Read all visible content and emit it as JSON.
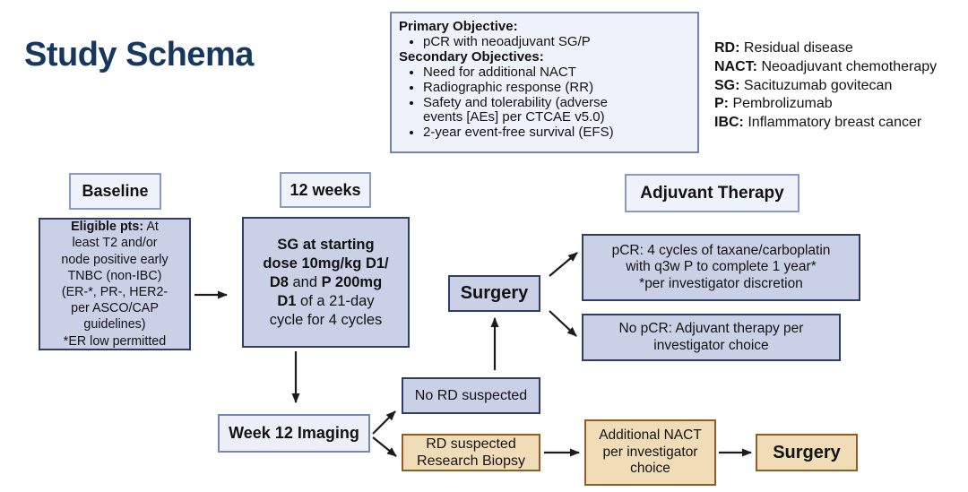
{
  "title": "Study Schema",
  "objectives_box": {
    "primary_heading": "Primary Objective:",
    "primary_items": [
      "pCR with neoadjuvant SG/P"
    ],
    "secondary_heading": "Secondary Objectives:",
    "secondary_items": [
      "Need for additional NACT",
      "Radiographic response (RR)",
      "Safety and tolerability (adverse\nevents [AEs] per CTCAE v5.0)",
      "2-year event-free survival (EFS)"
    ]
  },
  "abbreviations": [
    {
      "key": "RD:",
      "value": "Residual disease"
    },
    {
      "key": "NACT:",
      "value": "Neoadjuvant chemotherapy"
    },
    {
      "key": "SG:",
      "value": "Sacituzumab govitecan"
    },
    {
      "key": "P:",
      "value": "Pembrolizumab"
    },
    {
      "key": "IBC:",
      "value": "Inflammatory breast cancer"
    }
  ],
  "flow": {
    "baseline_header": "Baseline",
    "twelve_weeks_header": "12 weeks",
    "adjuvant_header": "Adjuvant Therapy",
    "eligible": {
      "lead": "Eligible pts:",
      "rest": " At\nleast T2 and/or\nnode positive early\nTNBC (non-IBC)\n(ER-*, PR-, HER2-\nper ASCO/CAP\nguidelines)\n*ER low permitted"
    },
    "sg_treatment_segments": [
      {
        "text": "SG at starting\ndose 10mg/kg D1/\nD8",
        "bold": true
      },
      {
        "text": " and ",
        "bold": false
      },
      {
        "text": "P 200mg\nD1",
        "bold": true
      },
      {
        "text": " of a 21-day\ncycle for 4 cycles",
        "bold": false
      }
    ],
    "surgery_label": "Surgery",
    "pcr_box": "pCR: 4 cycles of taxane/carboplatin\nwith q3w P to complete 1 year*\n*per investigator discretion",
    "no_pcr_box": "No pCR: Adjuvant therapy per\ninvestigator choice",
    "week12_imaging": "Week 12 Imaging",
    "no_rd_suspected": "No RD suspected",
    "rd_suspected": "RD suspected\nResearch Biopsy",
    "additional_nact": "Additional NACT\nper investigator\nchoice",
    "surgery2_label": "Surgery"
  },
  "colors": {
    "title_navy": "#17375e",
    "content_box_fill": "#cad1e7",
    "content_box_border": "#2f3e66",
    "header_box_fill": "#eef2fa",
    "header_box_border": "#8a9ac6",
    "imaging_box_fill": "#eceff8",
    "tan_box_fill": "#f0ddb8",
    "tan_box_border": "#8f5d26",
    "arrow": "#1c1c1c"
  }
}
